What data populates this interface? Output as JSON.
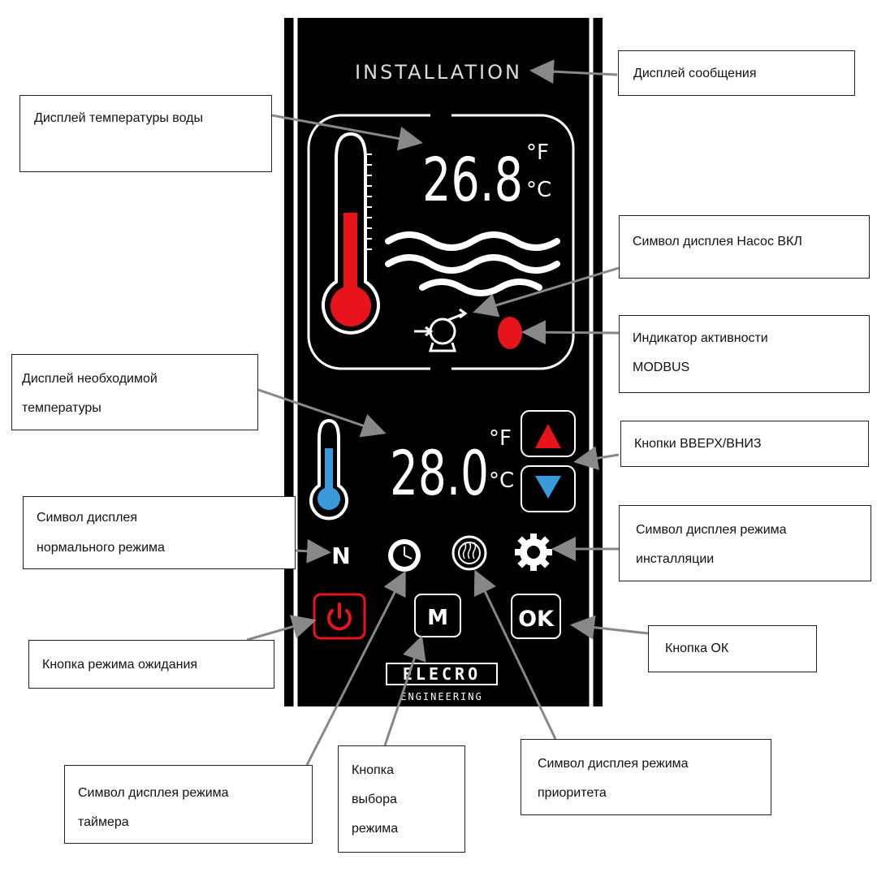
{
  "device": {
    "message": "INSTALLATION",
    "water_temp": "26.8",
    "set_temp": "28.0",
    "unit_f": "°F",
    "unit_c": "°C",
    "mode_n": "N",
    "btn_m": "M",
    "btn_ok": "OK",
    "brand_top": "ELECRO",
    "brand_bottom": "ENGINEERING",
    "colors": {
      "red": "#e8141c",
      "blue": "#3a9ad9",
      "accent_arrow": "#888888"
    }
  },
  "labels": {
    "message_display": "Дисплей сообщения",
    "water_temp_display": "Дисплей температуры воды",
    "pump_symbol": "Символ дисплея Насос ВКЛ",
    "modbus_1": "Индикатор активности",
    "modbus_2": "MODBUS",
    "required_temp_1": "Дисплей необходимой",
    "required_temp_2": "температуры",
    "up_down": "Кнопки ВВЕРХ/ВНИЗ",
    "normal_mode_1": "Символ дисплея",
    "normal_mode_2": "нормального режима",
    "install_mode_1": "Символ дисплея режима",
    "install_mode_2": "инсталляции",
    "standby": "Кнопка режима ожидания",
    "ok_button": "Кнопка ОК",
    "timer_mode_1": "Символ дисплея режима",
    "timer_mode_2": "таймера",
    "mode_select_1": "Кнопка",
    "mode_select_2": "выбора",
    "mode_select_3": "режима",
    "priority_mode_1": "Символ дисплея режима",
    "priority_mode_2": "приоритета"
  }
}
